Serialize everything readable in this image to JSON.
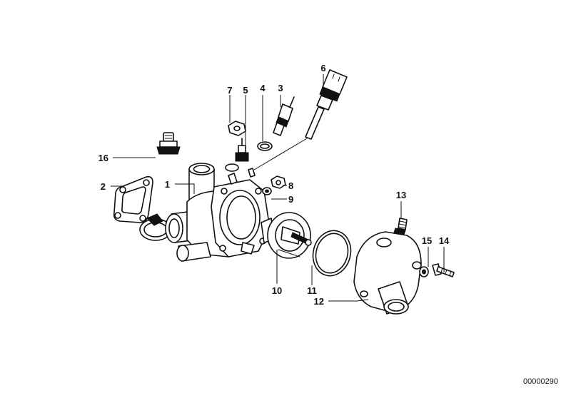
{
  "diagram": {
    "part_labels": [
      "1",
      "2",
      "3",
      "4",
      "5",
      "6",
      "7",
      "8",
      "9",
      "10",
      "11",
      "12",
      "13",
      "14",
      "15",
      "16"
    ],
    "diagram_id": "00000290"
  }
}
